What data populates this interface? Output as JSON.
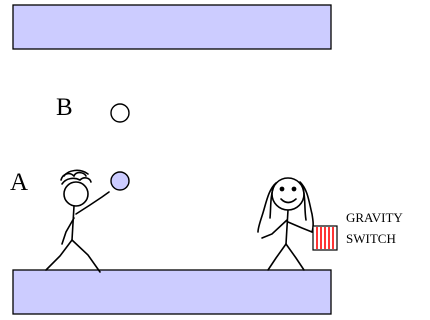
{
  "labels": {
    "point_b": "B",
    "point_a": "A",
    "switch_line1": "GRAVITY",
    "switch_line2": "SWITCH"
  },
  "colors": {
    "plate_fill": "#ccccff",
    "ball_a_fill": "#ccccff",
    "ball_b_fill": "#ffffff",
    "switch_stripe": "#ff0000",
    "stroke": "#000000"
  },
  "icons": [
    "stick-figure-boy",
    "stick-figure-girl",
    "gravity-switch-box"
  ]
}
